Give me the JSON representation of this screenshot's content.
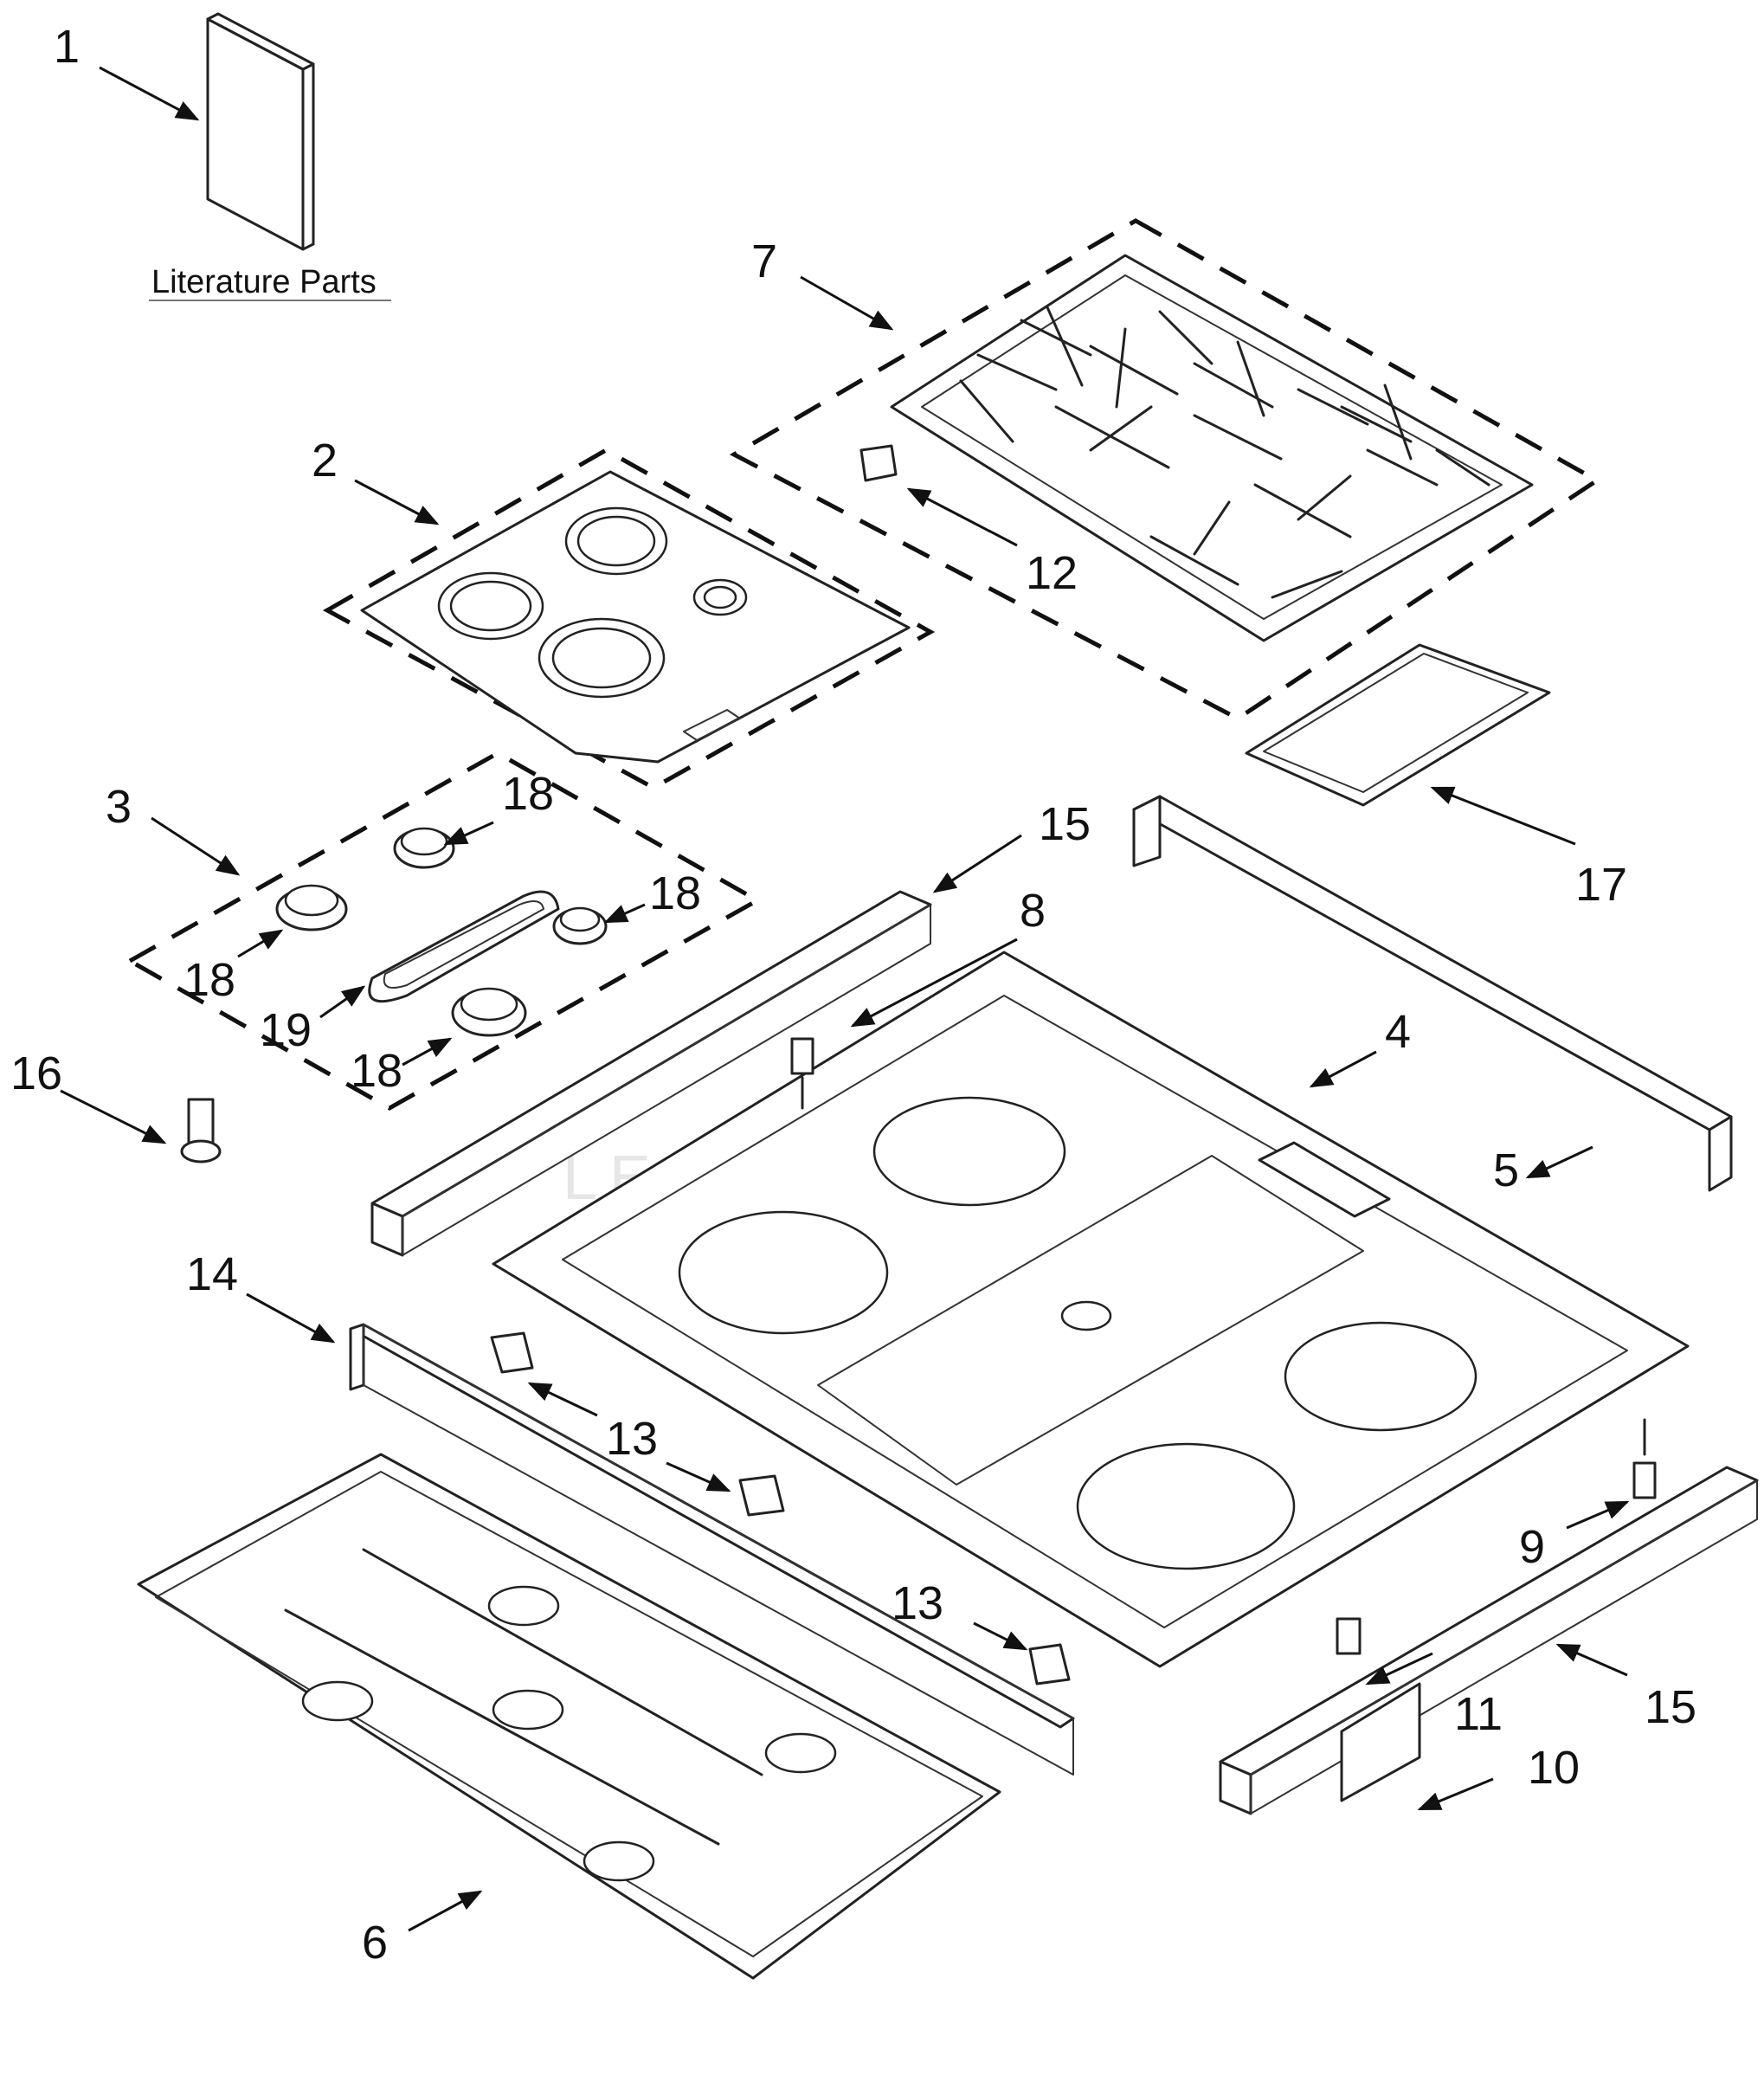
{
  "diagram": {
    "literature_label": "Literature Parts",
    "callouts": [
      {
        "id": "c1",
        "text": "1"
      },
      {
        "id": "c2",
        "text": "2"
      },
      {
        "id": "c3",
        "text": "3"
      },
      {
        "id": "c4",
        "text": "4"
      },
      {
        "id": "c5",
        "text": "5"
      },
      {
        "id": "c6",
        "text": "6"
      },
      {
        "id": "c7",
        "text": "7"
      },
      {
        "id": "c8",
        "text": "8"
      },
      {
        "id": "c9",
        "text": "9"
      },
      {
        "id": "c10",
        "text": "10"
      },
      {
        "id": "c11",
        "text": "11"
      },
      {
        "id": "c12",
        "text": "12"
      },
      {
        "id": "c13a",
        "text": "13"
      },
      {
        "id": "c13b",
        "text": "13"
      },
      {
        "id": "c14",
        "text": "14"
      },
      {
        "id": "c15a",
        "text": "15"
      },
      {
        "id": "c15b",
        "text": "15"
      },
      {
        "id": "c16",
        "text": "16"
      },
      {
        "id": "c17",
        "text": "17"
      },
      {
        "id": "c18a",
        "text": "18"
      },
      {
        "id": "c18b",
        "text": "18"
      },
      {
        "id": "c18c",
        "text": "18"
      },
      {
        "id": "c18d",
        "text": "18"
      },
      {
        "id": "c19",
        "text": "19"
      }
    ],
    "watermark": "LEADVENTURE"
  }
}
